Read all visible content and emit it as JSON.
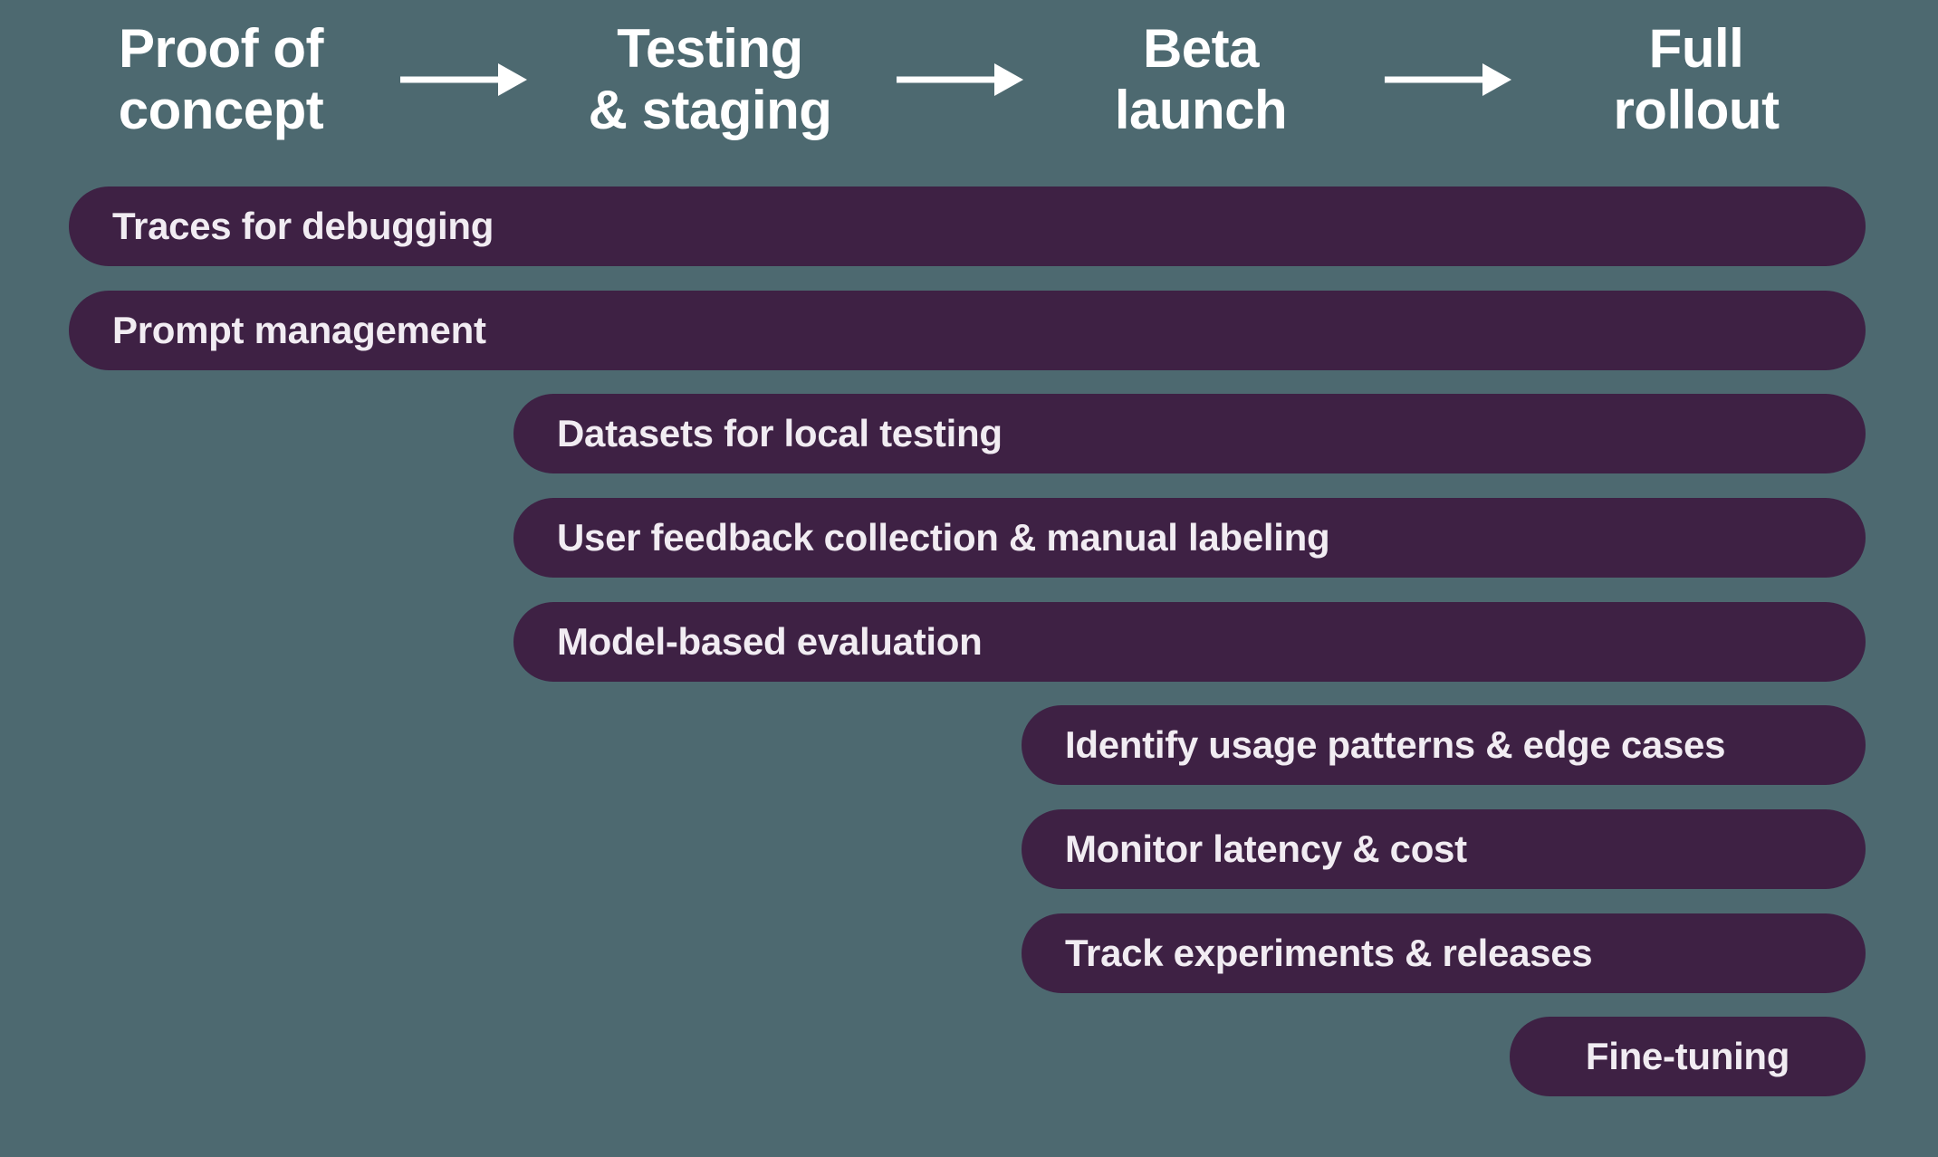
{
  "colors": {
    "background": "#4d6970",
    "bar": "#3e2144",
    "bar_text": "#f1ecf2",
    "header_text": "#ffffff"
  },
  "phases": [
    {
      "label": "Proof of\nconcept"
    },
    {
      "label": "Testing\n& staging"
    },
    {
      "label": "Beta\nlaunch"
    },
    {
      "label": "Full\nrollout"
    }
  ],
  "bars": [
    {
      "label": "Traces for debugging",
      "starts_at_phase": "Proof of concept"
    },
    {
      "label": "Prompt management",
      "starts_at_phase": "Proof of concept"
    },
    {
      "label": "Datasets for local testing",
      "starts_at_phase": "Testing & staging"
    },
    {
      "label": "User feedback collection & manual labeling",
      "starts_at_phase": "Testing & staging"
    },
    {
      "label": "Model-based evaluation",
      "starts_at_phase": "Testing & staging"
    },
    {
      "label": "Identify usage patterns & edge cases",
      "starts_at_phase": "Beta launch"
    },
    {
      "label": "Monitor latency & cost",
      "starts_at_phase": "Beta launch"
    },
    {
      "label": "Track experiments & releases",
      "starts_at_phase": "Beta launch"
    },
    {
      "label": "Fine-tuning",
      "starts_at_phase": "Full rollout"
    }
  ]
}
